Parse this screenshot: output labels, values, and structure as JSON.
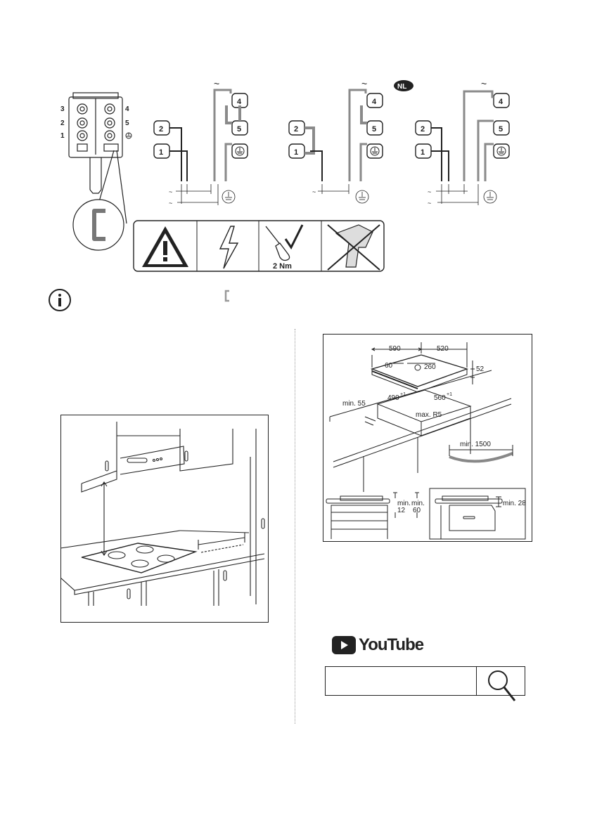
{
  "wiring": {
    "terminal_block": {
      "left_labels": [
        "3",
        "2",
        "1"
      ],
      "right_labels": [
        "4",
        "5"
      ]
    },
    "region_badge": "NL",
    "schemes": [
      {
        "terminals": [
          "4",
          "5",
          "2",
          "1"
        ]
      },
      {
        "terminals": [
          "4",
          "5",
          "2",
          "1"
        ]
      },
      {
        "terminals": [
          "4",
          "5",
          "2",
          "1"
        ]
      }
    ],
    "tilde": "~",
    "torque": "2 Nm",
    "icons": [
      "warning-triangle-icon",
      "lightning-icon",
      "screwdriver-check-icon",
      "no-drill-icon",
      "info-icon",
      "bridge-link-icon"
    ]
  },
  "install_dimensions": {
    "hob_width": "590",
    "hob_depth": "520",
    "offset_a": "60",
    "offset_b": "260",
    "hob_height": "52",
    "cutout_width": "490",
    "cutout_width_tol": "+1",
    "cutout_depth": "560",
    "cutout_depth_tol": "+1",
    "min_front": "min. 55",
    "radius": "max. R5",
    "cable_len": "min. 1500",
    "min_a_label": "min.",
    "min_a_value": "12",
    "min_b_label": "min.",
    "min_b_value": "60",
    "min_c": "min. 28"
  },
  "youtube": {
    "wordmark": "YouTube",
    "search_placeholder": ""
  },
  "colors": {
    "youtube_red": "#e62117",
    "wire_gray": "#8a8a8a",
    "line": "#222222"
  }
}
